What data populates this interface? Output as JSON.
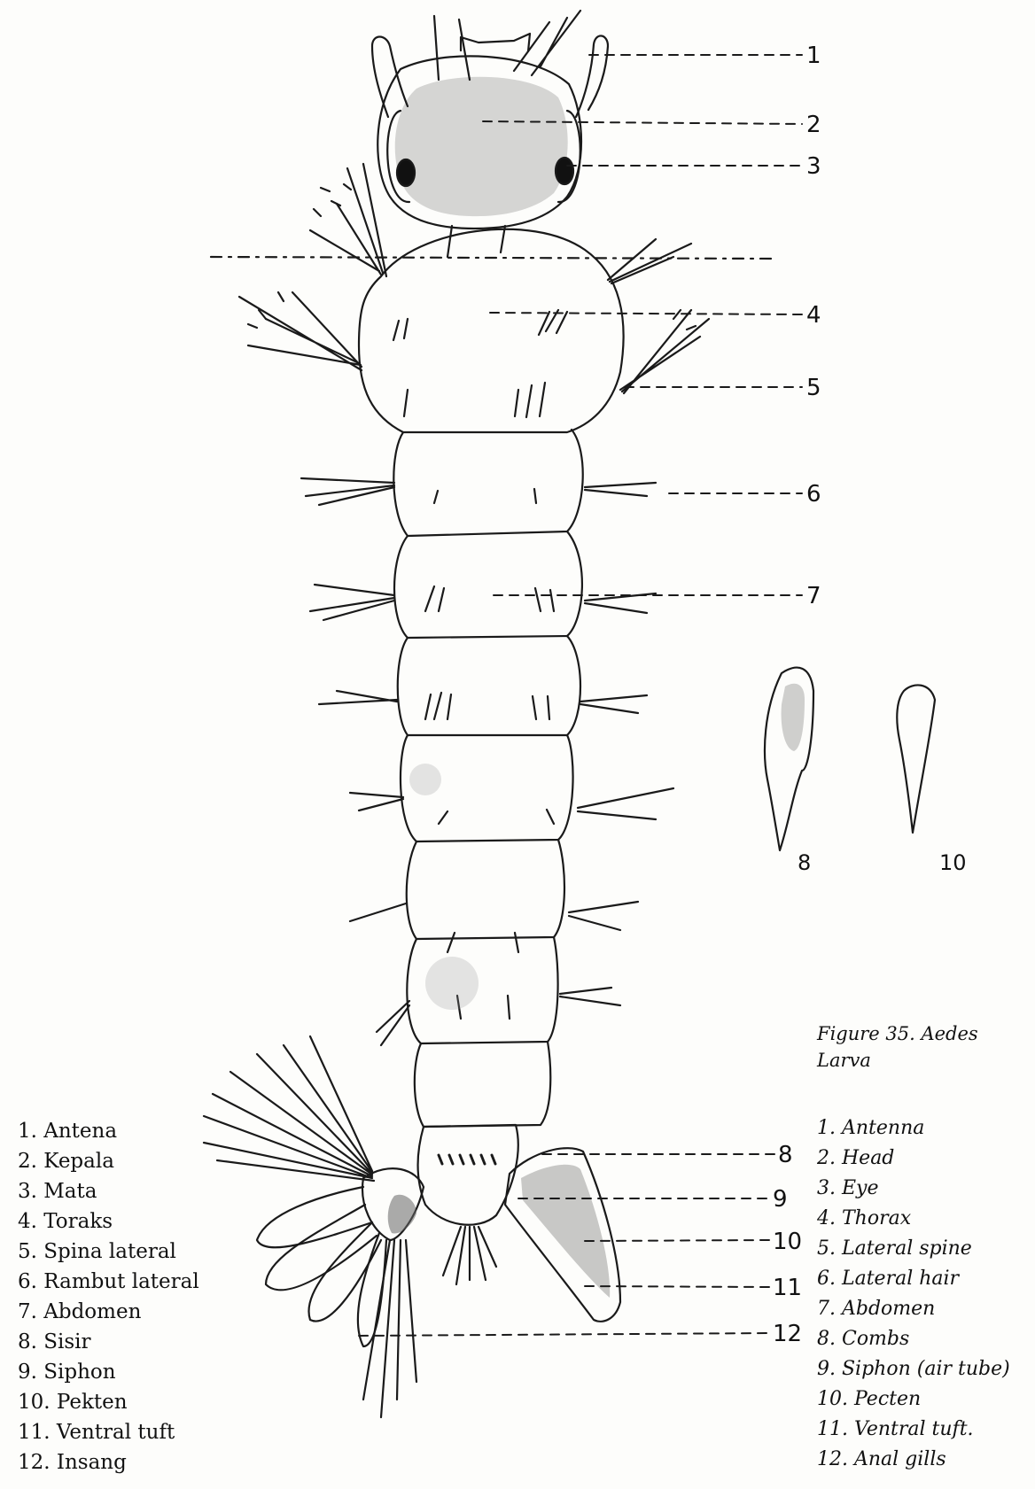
{
  "caption": "Figure 35. Aedes Larva",
  "callouts": [
    "1",
    "2",
    "3",
    "4",
    "5",
    "6",
    "7",
    "8",
    "9",
    "10",
    "11",
    "12"
  ],
  "detail_labels": [
    "8",
    "10"
  ],
  "legend_indonesian": [
    "1. Antena",
    "2. Kepala",
    "3. Mata",
    "4. Toraks",
    "5. Spina lateral",
    "6. Rambut lateral",
    "7. Abdomen",
    "8. Sisir",
    "9. Siphon",
    "10. Pekten",
    "11. Ventral tuft",
    "12. Insang"
  ],
  "legend_english": [
    "1. Antenna",
    "2. Head",
    "3. Eye",
    "4. Thorax",
    "5. Lateral spine",
    "6. Lateral hair",
    "7. Abdomen",
    "8. Combs",
    "9. Siphon (air tube)",
    "10. Pecten",
    "11. Ventral tuft.",
    "12. Anal gills"
  ]
}
